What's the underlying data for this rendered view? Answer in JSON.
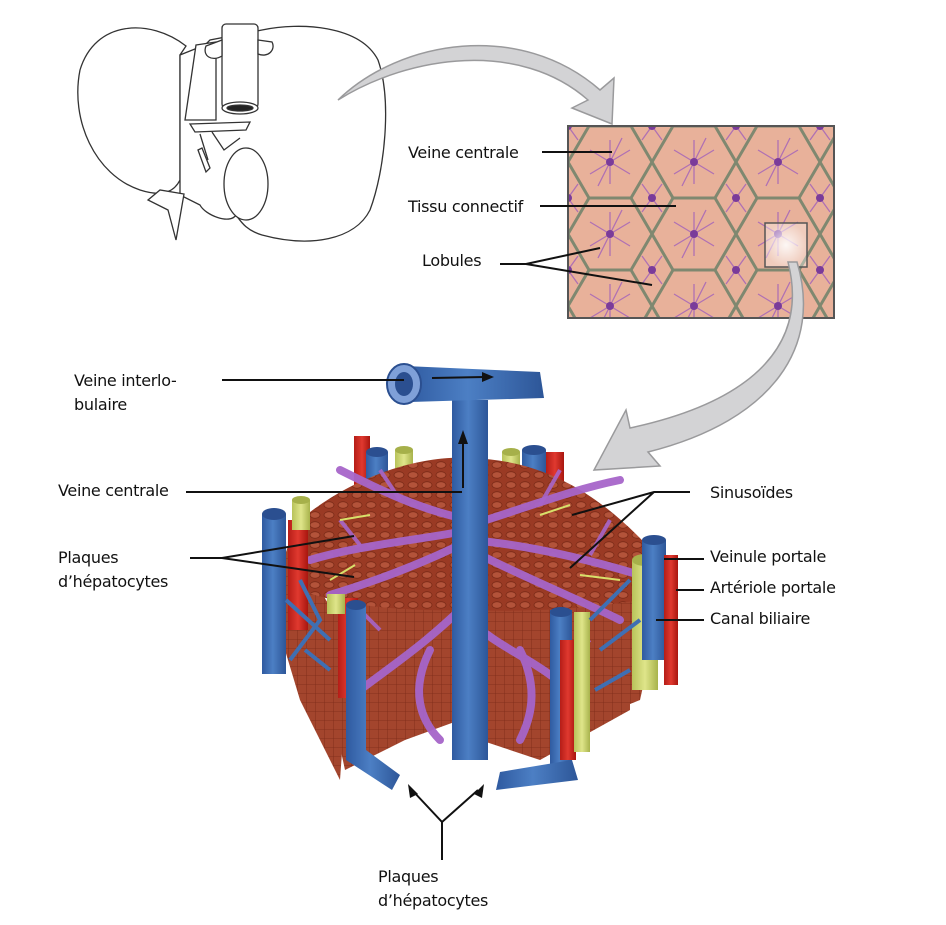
{
  "title": "Structure microscopique du foie",
  "colors": {
    "lobule_fill": "#e8b19a",
    "lobule_septa": "#7f8870",
    "central_vein": "#7a3b9a",
    "vein_blue": "#3f6fb3",
    "artery_red": "#d32a22",
    "bile_duct": "#cfd86e",
    "sinusoid_purple": "#a665c9",
    "parenchyma": "#9a3a24",
    "arrow_gray": "#d3d3d5"
  },
  "labels": {
    "lobule_panel": {
      "central_vein": "Veine centrale",
      "connective_tissue": "Tissu connectif",
      "lobules": "Lobules"
    },
    "lobule_3d": {
      "interlobular_vein_line1": "Veine interlo-",
      "interlobular_vein_line2": "bulaire",
      "central_vein": "Veine centrale",
      "hepatocyte_plates_line1": "Plaques",
      "hepatocyte_plates_line2": "d’hépatocytes",
      "sinusoids": "Sinusoïdes",
      "portal_venule": "Veinule portale",
      "portal_arteriole": "Artériole portale",
      "bile_duct": "Canal biliaire",
      "bottom_plates_line1": "Plaques",
      "bottom_plates_line2": "d’hépatocytes"
    }
  }
}
